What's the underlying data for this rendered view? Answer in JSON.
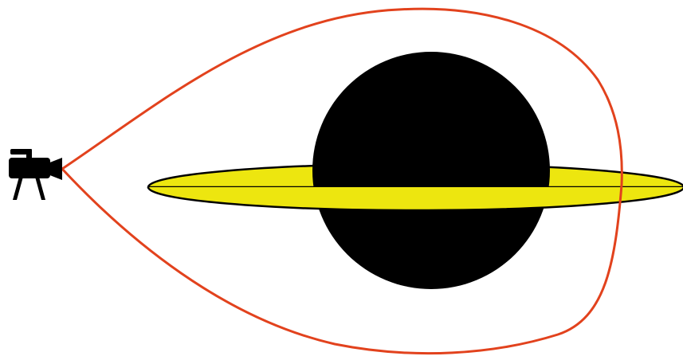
{
  "diagram": {
    "subject": "black-hole-light-paths",
    "elements": [
      {
        "name": "camera-icon",
        "kind": "icon"
      },
      {
        "name": "accretion-disk",
        "kind": "shape"
      },
      {
        "name": "black-hole",
        "kind": "shape"
      },
      {
        "name": "upper-light-ray",
        "kind": "path"
      },
      {
        "name": "lower-light-ray",
        "kind": "path"
      }
    ]
  },
  "colors": {
    "background": "#ffffff",
    "black_hole": "#000000",
    "accretion_disk": "#ede60f",
    "disk_outline": "#000000",
    "light_ray": "#e2421d",
    "camera": "#000000"
  }
}
